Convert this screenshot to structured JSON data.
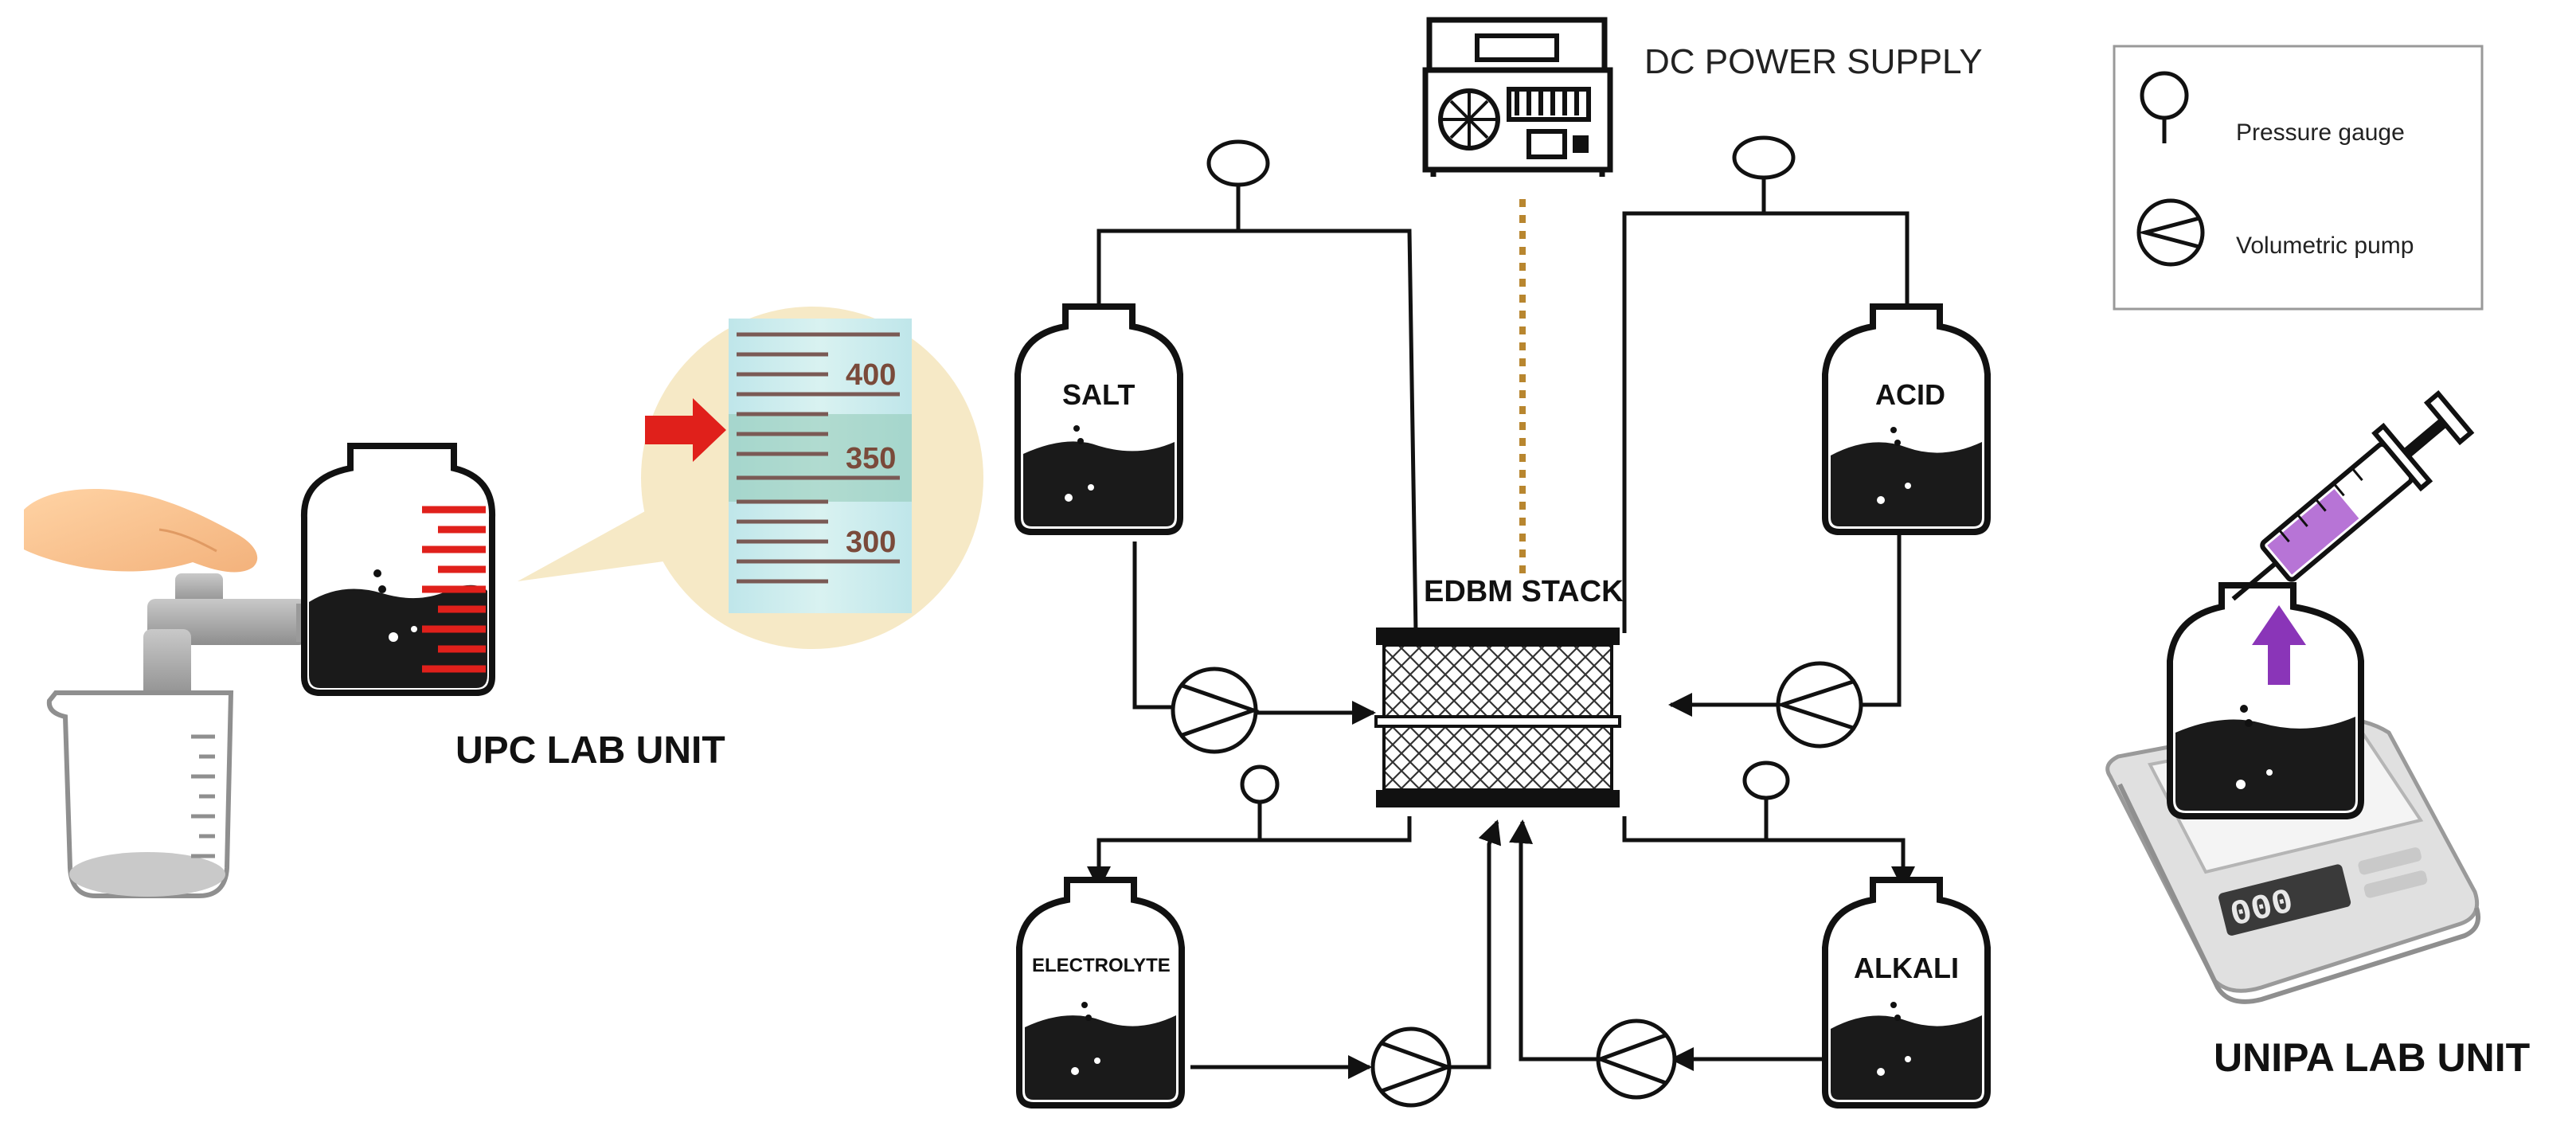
{
  "title": "",
  "labels": {
    "dc_power_supply": "DC POWER SUPPLY",
    "edbm_stack": "EDBM STACK",
    "upc_lab_unit": "UPC LAB UNIT",
    "unipa_lab_unit": "UNIPA LAB UNIT"
  },
  "tanks": {
    "salt": "SALT",
    "acid": "ACID",
    "electrolyte": "ELECTROLYTE",
    "alkali": "ALKALI"
  },
  "legend": {
    "pressure_gauge": "Pressure gauge",
    "volumetric_pump": "Volumetric pump"
  },
  "graduation_zoom": {
    "ticks": [
      "400",
      "350",
      "300"
    ]
  },
  "balance_display": "000",
  "colors": {
    "pipe": "#111111",
    "liquid": "#1a1a1a",
    "red_marker": "#e0201b",
    "syringe_fluid": "#b774d6",
    "arrow_purple": "#8a35b8",
    "zoom_bubble": "#f6e9c6",
    "dotted_wire": "#b8862f"
  }
}
